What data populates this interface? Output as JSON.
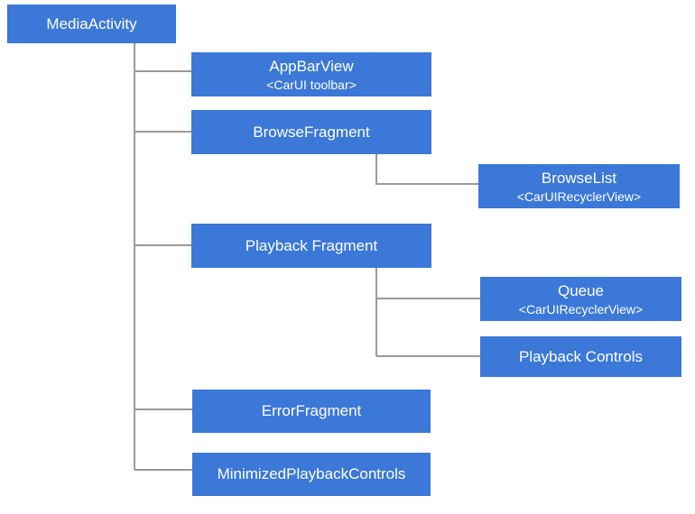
{
  "colors": {
    "background": "#ffffff",
    "node_fill": "#3b78d8",
    "node_text": "#ffffff",
    "connector": "#9a9a9a"
  },
  "nodes": {
    "media_activity": {
      "label": "MediaActivity"
    },
    "app_bar_view": {
      "label": "AppBarView",
      "sublabel": "<CarUI toolbar>"
    },
    "browse_fragment": {
      "label": "BrowseFragment"
    },
    "browse_list": {
      "label": "BrowseList",
      "sublabel": "<CarUIRecyclerView>"
    },
    "playback_fragment": {
      "label": "Playback Fragment"
    },
    "queue": {
      "label": "Queue",
      "sublabel": "<CarUIRecyclerView>"
    },
    "playback_controls": {
      "label": "Playback Controls"
    },
    "error_fragment": {
      "label": "ErrorFragment"
    },
    "minimized_playback_controls": {
      "label": "MinimizedPlaybackControls"
    }
  },
  "hierarchy": {
    "root": "media_activity",
    "edges": [
      {
        "parent": "media_activity",
        "child": "app_bar_view"
      },
      {
        "parent": "media_activity",
        "child": "browse_fragment"
      },
      {
        "parent": "media_activity",
        "child": "playback_fragment"
      },
      {
        "parent": "media_activity",
        "child": "error_fragment"
      },
      {
        "parent": "media_activity",
        "child": "minimized_playback_controls"
      },
      {
        "parent": "browse_fragment",
        "child": "browse_list"
      },
      {
        "parent": "playback_fragment",
        "child": "queue"
      },
      {
        "parent": "playback_fragment",
        "child": "playback_controls"
      }
    ]
  }
}
